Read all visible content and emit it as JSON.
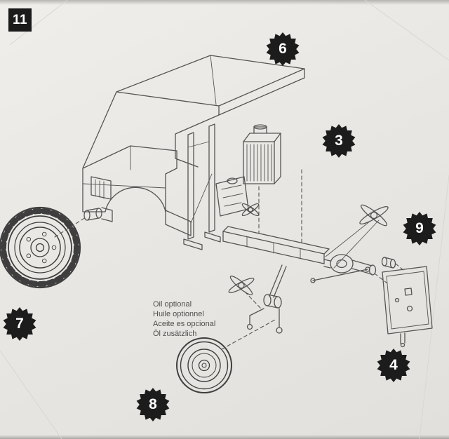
{
  "step": {
    "number": "11"
  },
  "badges": [
    {
      "number": "6"
    },
    {
      "number": "3"
    },
    {
      "number": "9"
    },
    {
      "number": "7"
    },
    {
      "number": "4"
    },
    {
      "number": "8"
    }
  ],
  "oil_note": {
    "lines": [
      "Oil optional",
      "Huile optionnel",
      "Aceite es opcional",
      "Öl zusätzlich"
    ]
  },
  "icons": {
    "badge_shape": "gear-star-badge"
  },
  "colors": {
    "paper": "#e9e7e3",
    "badge_background": "#1c1c1c",
    "badge_number": "#ffffff",
    "line_art": "#545454",
    "tire_line": "#3e3e3e",
    "note_text": "#4f4f4f"
  }
}
